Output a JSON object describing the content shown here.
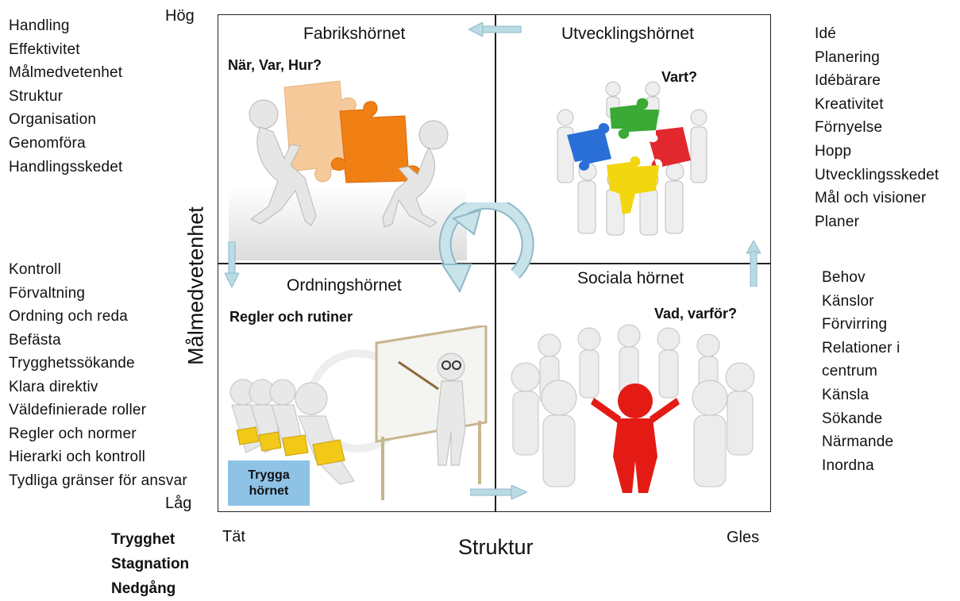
{
  "axes": {
    "y_label": "Målmedvetenhet",
    "y_high": "Hög",
    "y_low": "Låg",
    "x_label": "Struktur",
    "x_left": "Tät",
    "x_right": "Gles"
  },
  "quadrants": {
    "top_left": {
      "title": "Fabrikshörnet",
      "subtitle": "När, Var, Hur?"
    },
    "top_right": {
      "title": "Utvecklingshörnet",
      "subtitle": "Vart?"
    },
    "bottom_left": {
      "title": "Ordningshörnet",
      "subtitle": "Regler och rutiner",
      "badge_line1": "Trygga",
      "badge_line2": "hörnet"
    },
    "bottom_right": {
      "title": "Sociala hörnet",
      "subtitle": "Vad, varför?"
    }
  },
  "lists": {
    "top_left": [
      "Handling",
      "Effektivitet",
      "Målmedvetenhet",
      "Struktur",
      "Organisation",
      "Genomföra",
      "Handlingsskedet"
    ],
    "bottom_left": [
      "Kontroll",
      "Förvaltning",
      "Ordning  och reda",
      "Befästa",
      "Trygghetssökande",
      "Klara direktiv",
      "Väldefinierade  roller",
      "Regler och normer",
      "Hierarki och kontroll",
      "Tydliga gränser för ansvar"
    ],
    "top_right": [
      "Idé",
      "Planering",
      "Idébärare",
      "Kreativitet",
      "Förnyelse",
      "Hopp",
      "Utvecklingsskedet",
      "Mål och visioner",
      "Planer"
    ],
    "bottom_right": [
      "Behov",
      "Känslor",
      "Förvirring",
      "Relationer i",
      "centrum",
      "Känsla",
      "Sökande",
      "Närmande",
      "Inordna"
    ],
    "bottom": [
      "Trygghet",
      "Stagnation",
      "Nedgång"
    ]
  },
  "colors": {
    "arrow": "#8fb9c6",
    "cycle": "#b9dbe4",
    "badge": "#8ec3e6",
    "puzzle_orange": "#f07f14",
    "puzzle_peach": "#f5c99a",
    "puzzle_green": "#3aa935",
    "puzzle_blue": "#2a6fd8",
    "puzzle_red": "#e0282e",
    "puzzle_yellow": "#f2d60f",
    "figure_red": "#e31b14",
    "chair_yellow": "#f2c919"
  }
}
